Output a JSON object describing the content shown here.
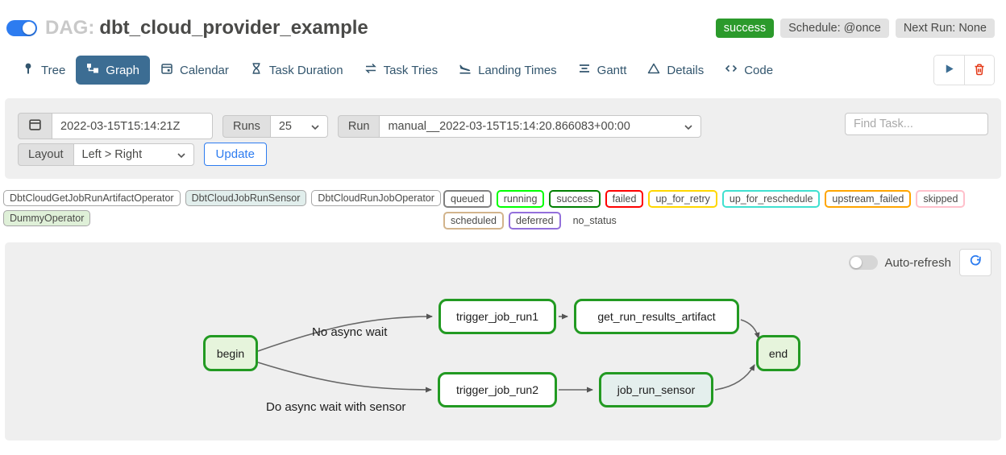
{
  "header": {
    "dag_prefix": "DAG:",
    "dag_title": "dbt_cloud_provider_example",
    "status_badge": "success",
    "schedule_badge": "Schedule: @once",
    "next_run_badge": "Next Run: None"
  },
  "tabs": [
    {
      "label": "Tree"
    },
    {
      "label": "Graph"
    },
    {
      "label": "Calendar"
    },
    {
      "label": "Task Duration"
    },
    {
      "label": "Task Tries"
    },
    {
      "label": "Landing Times"
    },
    {
      "label": "Gantt"
    },
    {
      "label": "Details"
    },
    {
      "label": "Code"
    }
  ],
  "filters": {
    "date_value": "2022-03-15T15:14:21Z",
    "runs_label": "Runs",
    "runs_value": "25",
    "run_label": "Run",
    "run_value": "manual__2022-03-15T15:14:20.866083+00:00",
    "find_task_placeholder": "Find Task...",
    "layout_label": "Layout",
    "layout_value": "Left > Right",
    "update_label": "Update"
  },
  "legend": {
    "operators": [
      {
        "label": "DbtCloudGetJobRunArtifactOperator",
        "fill": "#ffffff"
      },
      {
        "label": "DbtCloudJobRunSensor",
        "fill": "#e1eeec"
      },
      {
        "label": "DbtCloudRunJobOperator",
        "fill": "#ffffff"
      },
      {
        "label": "DummyOperator",
        "fill": "#dff0d8"
      }
    ],
    "statuses": [
      {
        "label": "queued",
        "color": "#808080"
      },
      {
        "label": "running",
        "color": "#00ff00"
      },
      {
        "label": "success",
        "color": "#008000"
      },
      {
        "label": "failed",
        "color": "#ff0000"
      },
      {
        "label": "up_for_retry",
        "color": "#ffd700"
      },
      {
        "label": "up_for_reschedule",
        "color": "#40e0d0"
      },
      {
        "label": "upstream_failed",
        "color": "#ffa500"
      },
      {
        "label": "skipped",
        "color": "#ffc0cb"
      },
      {
        "label": "scheduled",
        "color": "#d2b48c"
      },
      {
        "label": "deferred",
        "color": "#9370db"
      },
      {
        "label": "no_status",
        "color": "transparent"
      }
    ]
  },
  "graph_panel": {
    "auto_refresh_label": "Auto-refresh",
    "nodes": [
      {
        "label": "begin",
        "fill": "#e6f4dc",
        "border": "#229a22"
      },
      {
        "label": "trigger_job_run1",
        "fill": "#ffffff",
        "border": "#229a22"
      },
      {
        "label": "get_run_results_artifact",
        "fill": "#ffffff",
        "border": "#229a22"
      },
      {
        "label": "end",
        "fill": "#e6f4dc",
        "border": "#229a22"
      },
      {
        "label": "trigger_job_run2",
        "fill": "#ffffff",
        "border": "#229a22"
      },
      {
        "label": "job_run_sensor",
        "fill": "#e4efed",
        "border": "#229a22"
      }
    ],
    "edge_labels": [
      "No async wait",
      "Do async wait with sensor"
    ]
  },
  "colors": {
    "accent_blue": "#2d7cf0",
    "tab_active_bg": "#3c6d93",
    "success_green": "#2b9a2b",
    "trash_red": "#e43a19",
    "edge_gray": "#666666"
  }
}
